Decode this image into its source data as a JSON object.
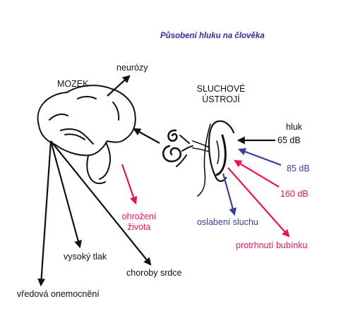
{
  "title": "Působení hluku na člověka",
  "labels": {
    "brain": "MOZEK",
    "neuroses": "neurózy",
    "hearing_organ_line1": "SLUCHOVÉ",
    "hearing_organ_line2": "ÚSTROJÍ",
    "noise": "hluk",
    "db65": "65 dB",
    "db85": "85 dB",
    "db160": "160 dB",
    "life_threat_line1": "ohrožení",
    "life_threat_line2": "života",
    "hearing_weakening": "oslabení sluchu",
    "eardrum_rupture": "protrhnutí bubínku",
    "high_pressure": "vysoký tlak",
    "heart_disease": "choroby srdce",
    "ulcer_disease": "vředová onemocnění"
  },
  "colors": {
    "title": "#3b2aa0",
    "dark": "#111111",
    "blue": "#3a3f9e",
    "pink": "#e8125f"
  }
}
